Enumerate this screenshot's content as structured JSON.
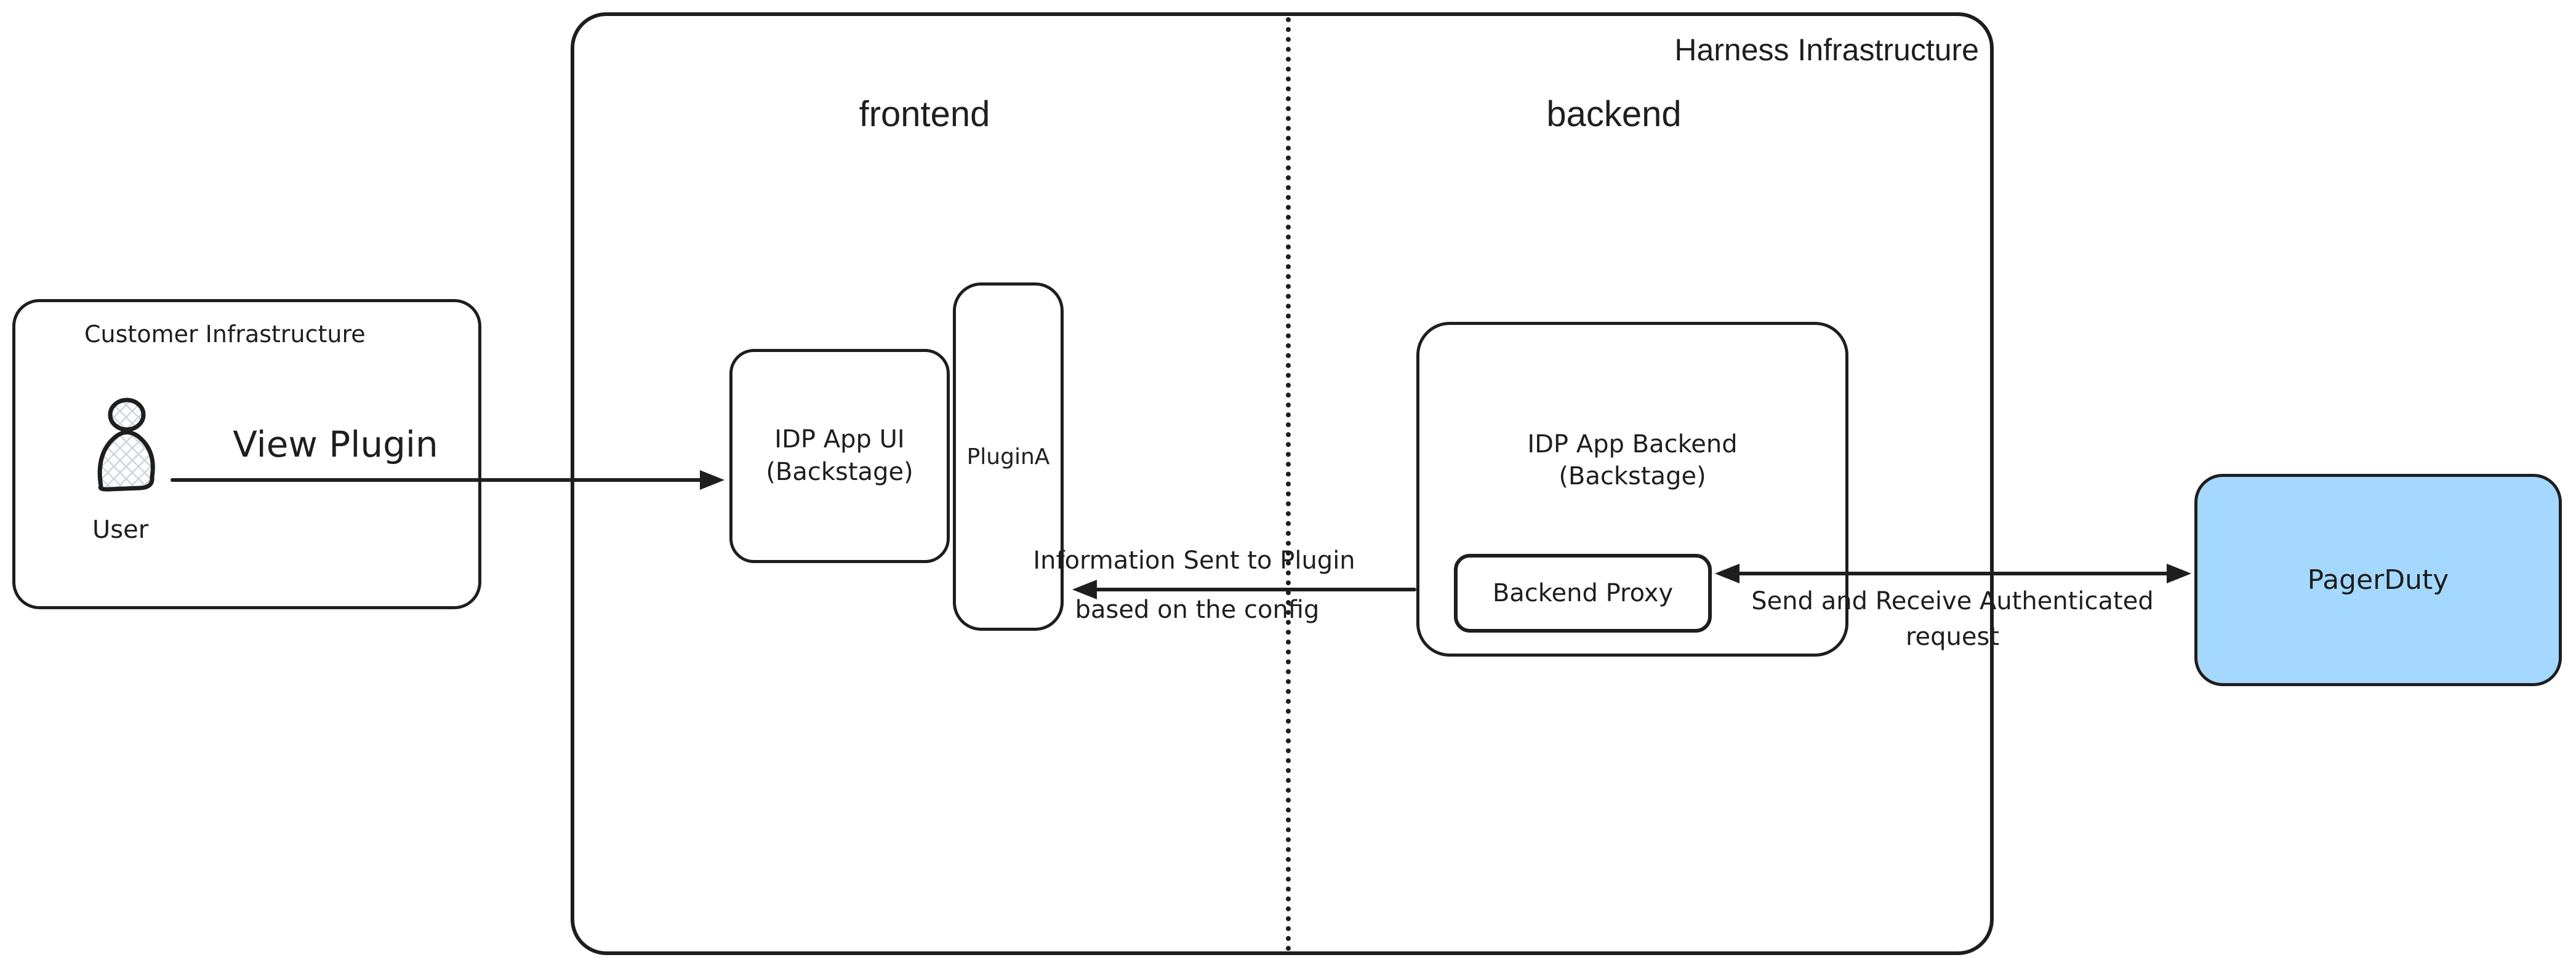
{
  "harness": {
    "label": "Harness Infrastructure",
    "frontend_label": "frontend",
    "backend_label": "backend"
  },
  "customer": {
    "label": "Customer Infrastructure",
    "user_label": "User"
  },
  "nodes": {
    "idp_ui": {
      "line1": "IDP App UI",
      "line2": "(Backstage)"
    },
    "plugin_a": {
      "label": "PluginA"
    },
    "idp_backend": {
      "line1": "IDP App Backend",
      "line2": "(Backstage)"
    },
    "backend_proxy": {
      "label": "Backend Proxy"
    },
    "pagerduty": {
      "label": "PagerDuty"
    }
  },
  "arrows": {
    "view_plugin": {
      "label": "View Plugin"
    },
    "info_to_plugin": {
      "line1": "Information Sent to Plugin",
      "line2": "based on the config"
    },
    "authenticated": {
      "line1": "Send and Receive Authenticated",
      "line2": "request"
    }
  },
  "icons": {
    "user": "user-person-icon"
  },
  "colors": {
    "stroke": "#1e1e1e",
    "pagerduty_fill": "#a5d8ff",
    "user_hatch_fill": "#ced8e0",
    "background": "#ffffff"
  }
}
